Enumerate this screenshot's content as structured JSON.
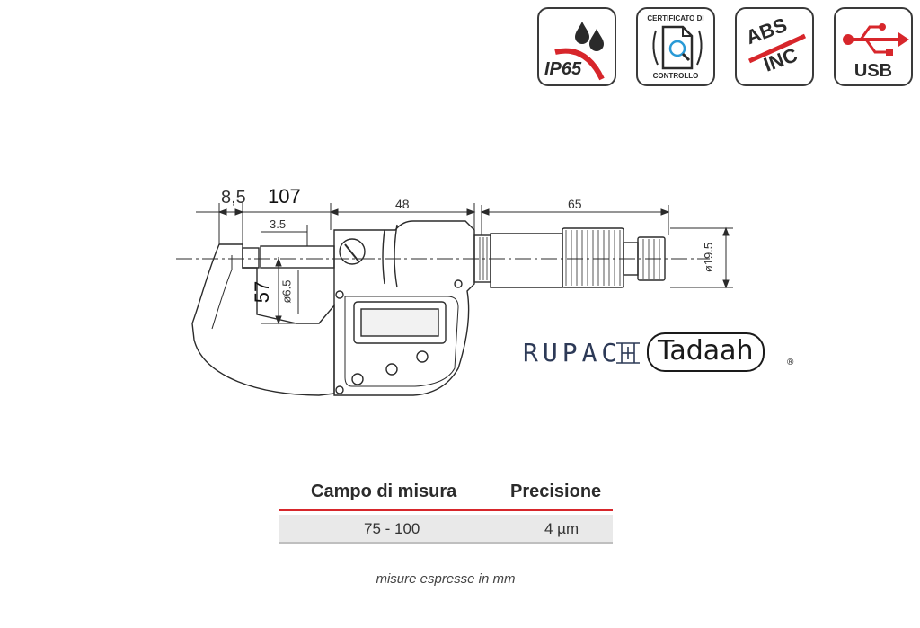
{
  "badges": {
    "ip": {
      "label": "IP65"
    },
    "cert": {
      "line1": "CERTIFICATO DI",
      "line2": "CONTROLLO"
    },
    "abs": {
      "line1": "ABS",
      "line2": "INC"
    },
    "usb": {
      "label": "USB"
    }
  },
  "dimensions": {
    "d_8_5": "8,5",
    "d_107": "107",
    "d_3_5": "3.5",
    "d_48": "48",
    "d_65": "65",
    "d_57": "57",
    "d_6_5": "ø6.5",
    "d_19_5": "ø19.5"
  },
  "brand": {
    "rupac": "RUPAC",
    "tadaah": "Tadaah",
    "registered": "®"
  },
  "table": {
    "header_range": "Campo di misura",
    "header_precision": "Precisione",
    "row_range": "75  - 100",
    "row_precision": "4 µm",
    "note": "misure espresse in mm"
  },
  "colors": {
    "accent": "#d7262b",
    "line": "#2b2b2b",
    "navy": "#2d3a57"
  }
}
